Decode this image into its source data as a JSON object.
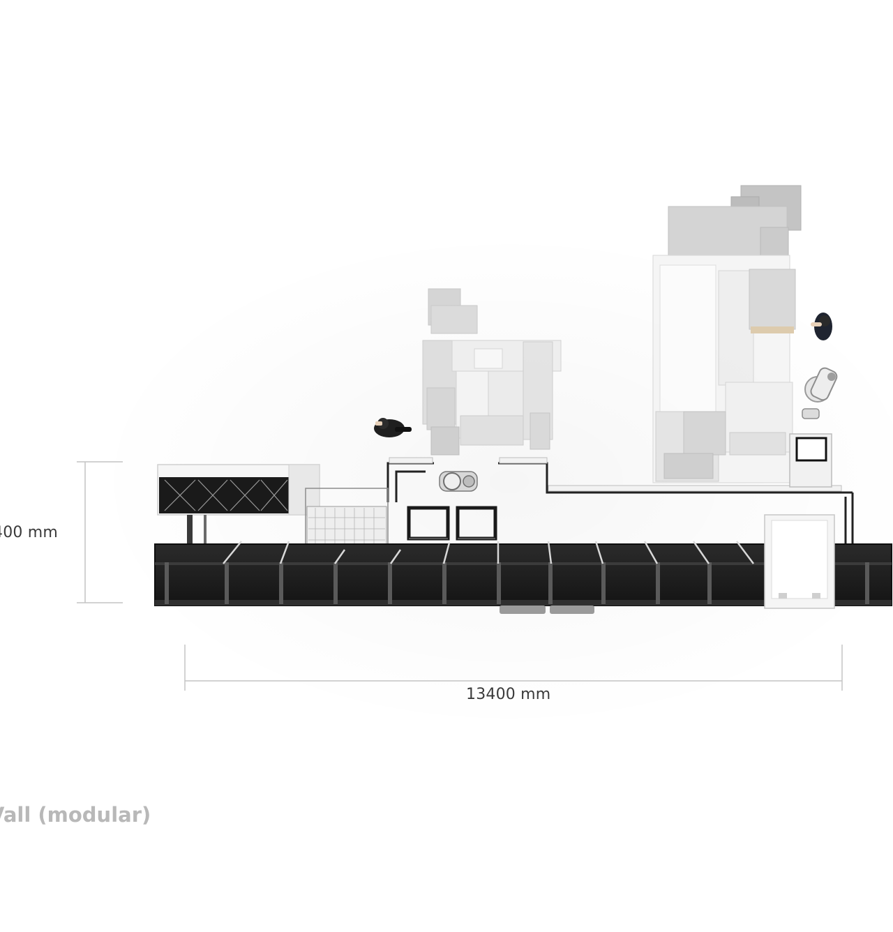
{
  "dimensions": {
    "height_label": "400 mm",
    "width_label": "13400 mm"
  },
  "caption": "Vall (modular)",
  "figure": {
    "operators_shown": 2,
    "robots_shown": 2,
    "conveyor_sections": 12
  },
  "colors": {
    "frame_dark": "#1e1e1e",
    "machine_light": "#e6e6e6",
    "machine_mid": "#c9c9c9",
    "dimension_line": "#c4c4c4",
    "caption_text": "#b8b8b8"
  }
}
